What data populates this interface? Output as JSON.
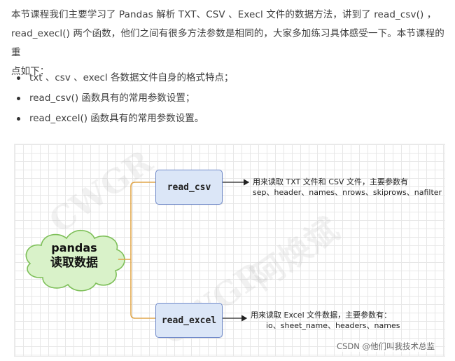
{
  "intro": {
    "line1": "本节课程我们主要学习了 Pandas 解析 TXT、CSV 、Execl 文件的数据方法，讲到了 read_csv() ，",
    "line2": "read_execl() 两个函数，他们之间有很多方法参数是相同的，大家多加练习具体感受一下。本节课程的重",
    "line3": "点如下："
  },
  "bullets": [
    "txt 、csv 、execl 各数据文件自身的格式特点；",
    "read_csv() 函数具有的常用参数设置；",
    "read_excel() 函数具有的常用参数设置。"
  ],
  "diagram": {
    "root": {
      "line1": "pandas",
      "line2": "读取数据",
      "fill": "#d9f2c9",
      "stroke": "#7dbf58"
    },
    "node_csv": {
      "label": "read_csv",
      "desc_line1": "用来读取 TXT 文件和 CSV 文件，主要参数有",
      "desc_line2": "sep、header、names、nrows、skiprows、nafilter"
    },
    "node_excel": {
      "label": "read_excel",
      "desc_line1": "用来读取 Excel 文件数据，主要参数有：",
      "desc_line2": "io、sheet_name、headers、names"
    },
    "connector_color": "#e0a64a",
    "arrow_color": "#222222",
    "box_fill": "#dbe6f7",
    "box_stroke": "#6f89c9"
  },
  "watermarks": [
    "CWGR",
    "阿焕斌"
  ],
  "credit": "CSDN @他们叫我技术总监"
}
